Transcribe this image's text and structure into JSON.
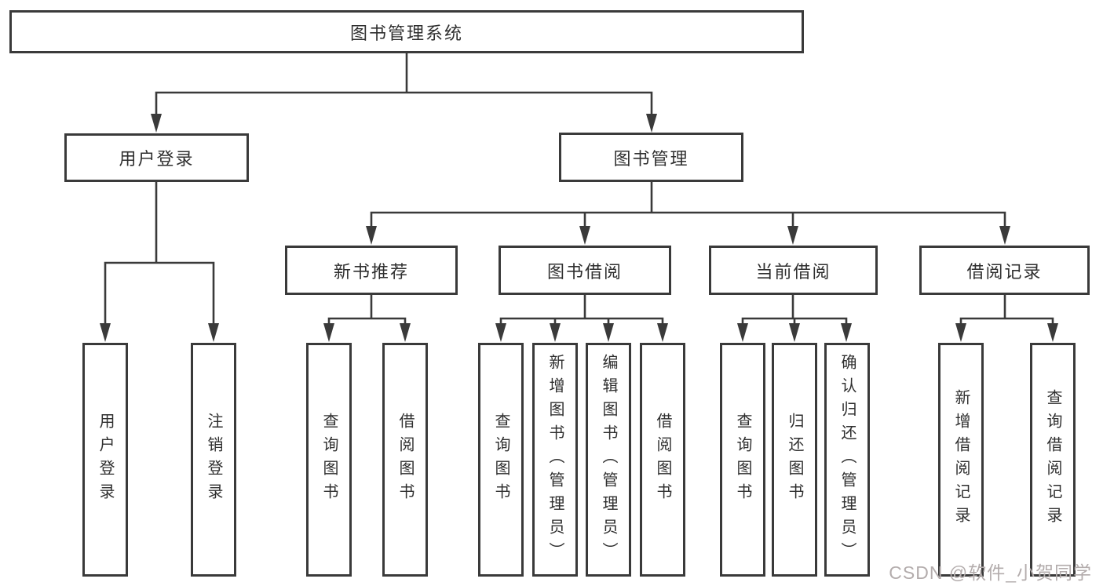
{
  "tree": {
    "root": {
      "label": "图书管理系统"
    },
    "user_login": {
      "label": "用户登录",
      "children": [
        {
          "label": "用户登录"
        },
        {
          "label": "注销登录"
        }
      ]
    },
    "book_management": {
      "label": "图书管理",
      "sections": [
        {
          "label": "新书推荐",
          "children": [
            {
              "label": "查询图书"
            },
            {
              "label": "借阅图书"
            }
          ]
        },
        {
          "label": "图书借阅",
          "children": [
            {
              "label": "查询图书"
            },
            {
              "label": "新增图书（管理员）"
            },
            {
              "label": "编辑图书（管理员）"
            },
            {
              "label": "借阅图书"
            }
          ]
        },
        {
          "label": "当前借阅",
          "children": [
            {
              "label": "查询图书"
            },
            {
              "label": "归还图书"
            },
            {
              "label": "确认归还（管理员）"
            }
          ]
        },
        {
          "label": "借阅记录",
          "children": [
            {
              "label": "新增借阅记录"
            },
            {
              "label": "查询借阅记录"
            }
          ]
        }
      ]
    }
  },
  "watermark": {
    "text": "CSDN @软件_小贺同学"
  },
  "colors": {
    "line": "#3a3a3a",
    "text": "#2f2f2f",
    "watermark": "#b3acac",
    "background": "#ffffff"
  }
}
